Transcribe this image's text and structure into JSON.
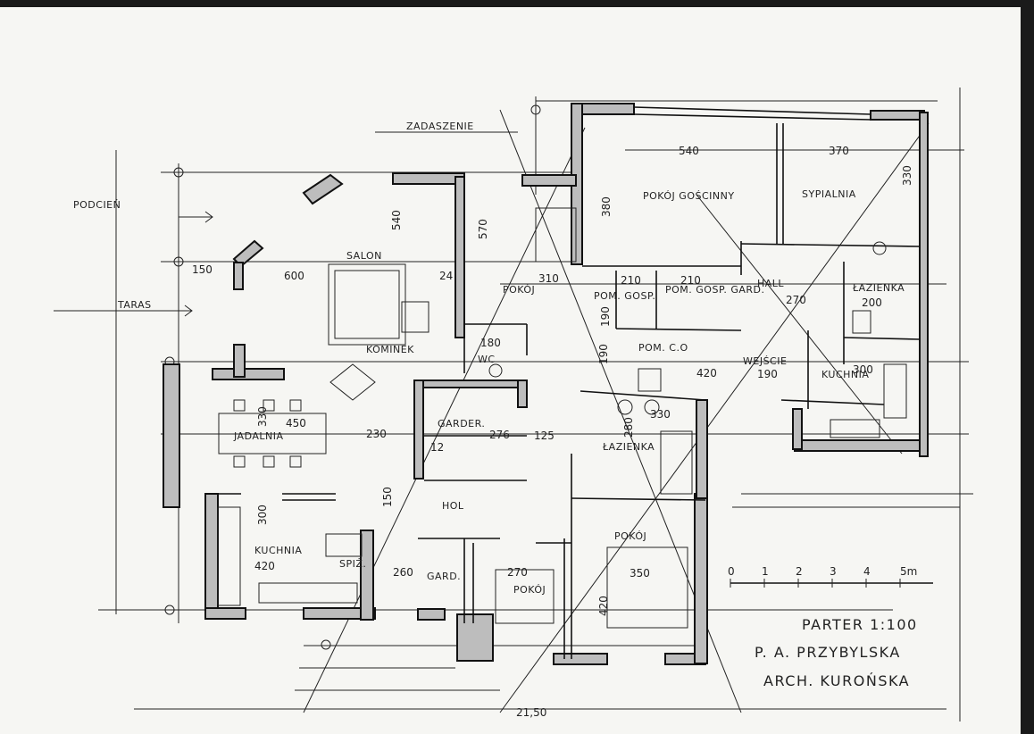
{
  "labels": {
    "zadaszenie": "ZADASZENIE",
    "podcien": "PODCIEŃ",
    "taras": "TARAS",
    "salon": "SALON",
    "kominek": "KOMINEK",
    "jadalnia": "JADALNIA",
    "kuchnia_left": "KUCHNIA",
    "spiz": "SPIŻ.",
    "garder": "GARDER.",
    "wc": "WC",
    "pokoj_mid": "POKÓJ",
    "hol": "HOL",
    "gard_bottom": "GARD.",
    "pokoj_bottom": "POKÓJ",
    "pokoj_right": "POKÓJ",
    "lazienka_mid": "ŁAZIENKA",
    "pom_gosp": "POM. GOSP.",
    "pom_gosp_gard": "POM. GOSP. GARD.",
    "pom_co": "POM. C.O",
    "pokoj_goscinny": "POKÓJ GOŚCINNY",
    "sypialnia": "SYPIALNIA",
    "hall": "HALL",
    "lazienka_right": "ŁAZIENKA",
    "wejscie": "WEJŚCIE",
    "kuchnia_right": "KUCHNIA"
  },
  "dimensions": {
    "d150": "150",
    "d600": "600",
    "d540_salon": "540",
    "d570": "570",
    "d24": "24",
    "d310": "310",
    "d180": "180",
    "d330_jad": "330",
    "d450": "450",
    "d230": "230",
    "d276": "276",
    "d125": "125",
    "d12": "12",
    "d300_kuch": "300",
    "d420_kuch": "420",
    "d150_hol": "150",
    "d260": "260",
    "d270_bottom": "270",
    "d350": "350",
    "d420_pok": "420",
    "d380": "380",
    "d540_top": "540",
    "d370": "370",
    "d330_top": "330",
    "d210_a": "210",
    "d210_b": "210",
    "d270_hall": "270",
    "d200": "200",
    "d190_a": "190",
    "d190_b": "190",
    "d420_co": "420",
    "d190_wej": "190",
    "d300_kuch_r": "300",
    "d280": "280",
    "d330_laz": "330",
    "d21_50": "21,50"
  },
  "scale_bar": {
    "ticks": [
      "0",
      "1",
      "2",
      "3",
      "4",
      "5m"
    ]
  },
  "title_block": {
    "line1": "PARTER 1:100",
    "line2": "P. A. PRZYBYLSKA",
    "line3": "ARCH. KUROŃSKA"
  }
}
